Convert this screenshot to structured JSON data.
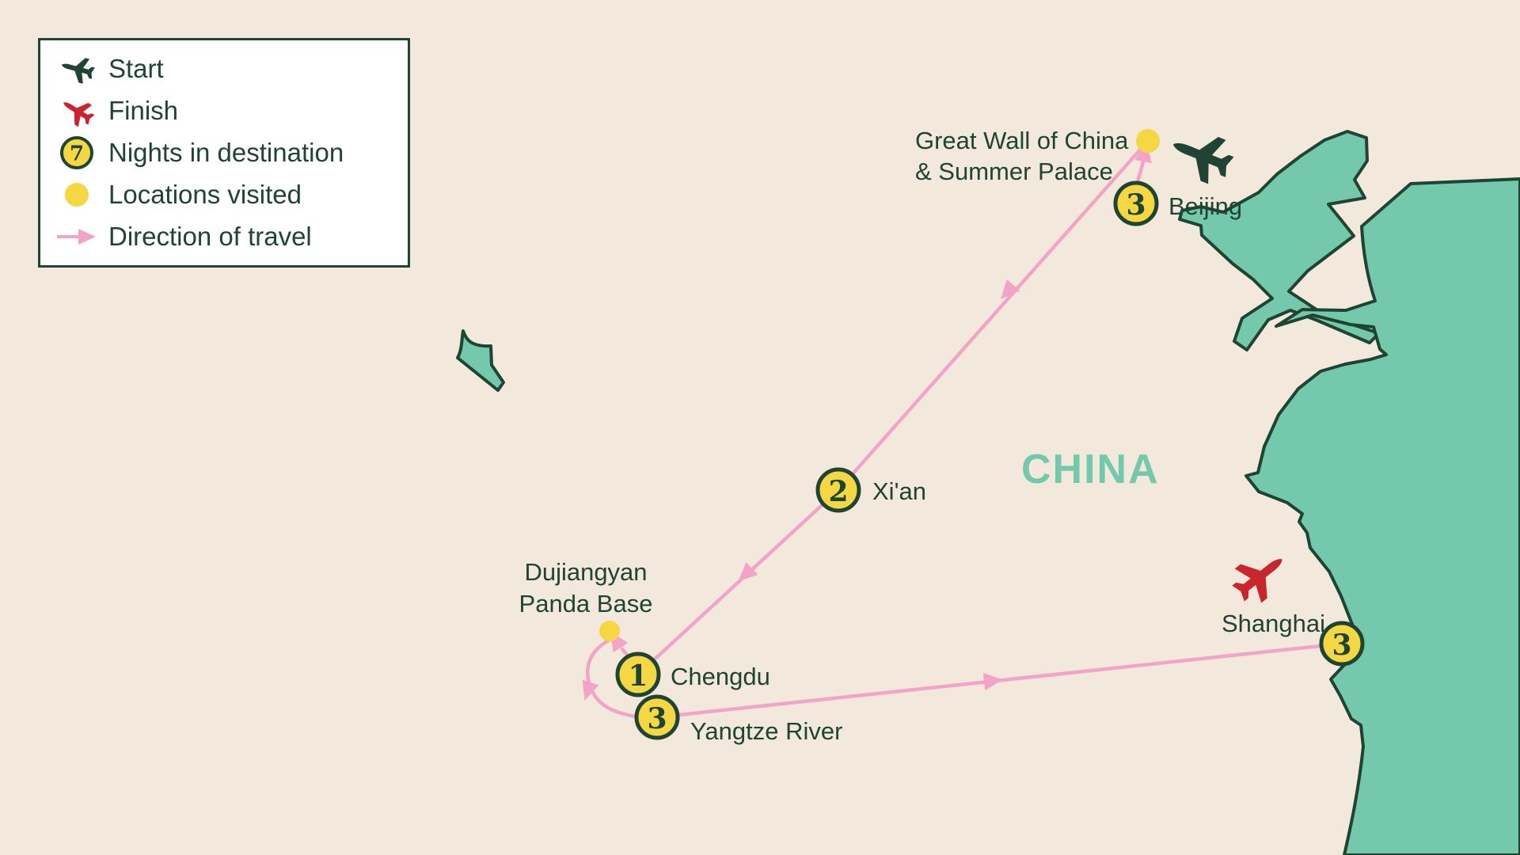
{
  "map": {
    "country_label": "CHINA",
    "locations": [
      {
        "name": "Beijing",
        "nights": "3",
        "marker": "start-plane"
      },
      {
        "name_lines": [
          "Great Wall of China",
          "& Summer Palace"
        ],
        "marker": "visited-dot"
      },
      {
        "name": "Xi'an",
        "nights": "2",
        "marker": "nights-badge"
      },
      {
        "name_lines": [
          "Dujiangyan",
          "Panda Base"
        ],
        "marker": "visited-dot"
      },
      {
        "name": "Chengdu",
        "nights": "1",
        "marker": "nights-badge"
      },
      {
        "name": "Yangtze River",
        "nights": "3",
        "marker": "nights-badge"
      },
      {
        "name": "Shanghai",
        "nights": "3",
        "marker": "finish-plane"
      }
    ]
  },
  "legend": {
    "items": [
      {
        "label": "Start",
        "icon": "start-plane-icon"
      },
      {
        "label": "Finish",
        "icon": "finish-plane-icon"
      },
      {
        "label": "Nights in destination",
        "icon": "nights-badge-icon",
        "badge": "7"
      },
      {
        "label": "Locations visited",
        "icon": "location-dot-icon"
      },
      {
        "label": "Direction of travel",
        "icon": "direction-arrow-icon"
      }
    ]
  },
  "colors": {
    "land": "#f2e9dc",
    "water": "#74c8ab",
    "outline_text": "#1f4433",
    "route_pink": "#f4a3c8",
    "marker_yellow": "#f4d743",
    "finish_red": "#c8252c",
    "country_label": "#74c8ab",
    "legend_bg": "#ffffff"
  }
}
